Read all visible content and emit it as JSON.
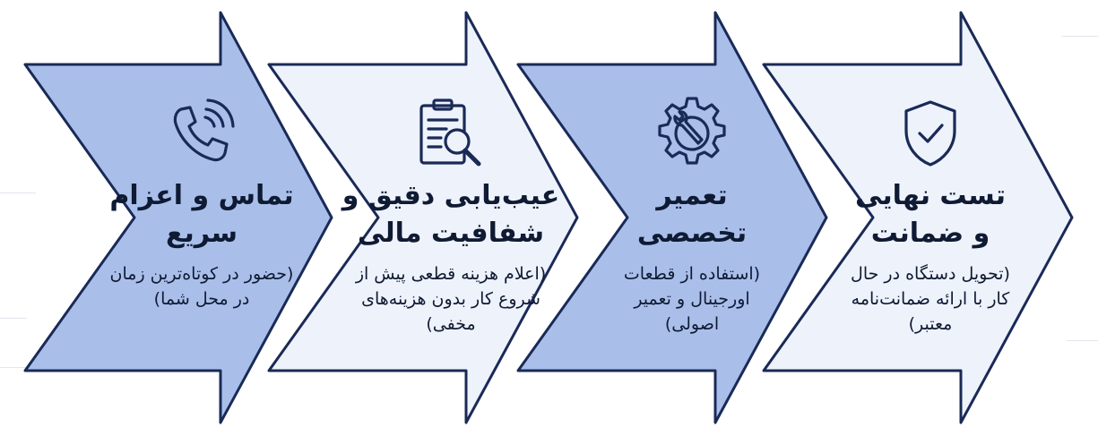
{
  "colors": {
    "dark_fill": "#a9bfea",
    "light_fill": "#eef2fb",
    "stroke": "#1a2a57",
    "text": "#0f1a33"
  },
  "steps": [
    {
      "title": "تماس و اعزام سریع",
      "description": "(حضور در کوتاه‌ترین زمان در محل شما)",
      "icon": "phone-icon",
      "fill": "dark"
    },
    {
      "title": "عیب‌یابی دقیق و شفافیت مالی",
      "description": "(اعلام هزینه قطعی پیش از شروع کار بدون هزینه‌های مخفی)",
      "icon": "clipboard-search-icon",
      "fill": "light"
    },
    {
      "title": "تعمیر تخصصی",
      "description": "(استفاده از قطعات اورجینال و تعمیر اصولی)",
      "icon": "gear-wrench-icon",
      "fill": "dark"
    },
    {
      "title": "تست نهایی و ضمانت",
      "description": "(تحویل دستگاه در حال کار با ارائه ضمانت‌نامه معتبر)",
      "icon": "shield-check-icon",
      "fill": "light"
    }
  ]
}
